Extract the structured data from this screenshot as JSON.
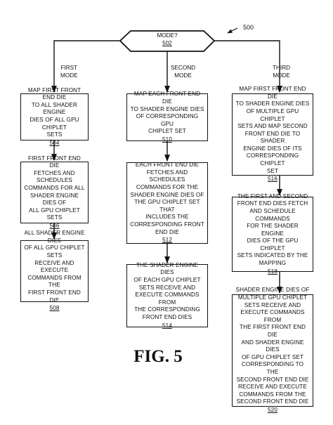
{
  "diagram": {
    "figure_number": "500",
    "figure_label": "FIG. 5",
    "decision": {
      "text": "MODE?",
      "ref": "502"
    },
    "mode_labels": {
      "first": [
        "FIRST",
        "MODE"
      ],
      "second": [
        "SECOND",
        "MODE"
      ],
      "third": [
        "THIRD",
        "MODE"
      ]
    },
    "col1": [
      {
        "text": [
          "MAP FIRST FRONT END DIE",
          "TO ALL SHADER ENGINE",
          "DIES OF ALL GPU CHIPLET",
          "SETS"
        ],
        "ref": "504"
      },
      {
        "text": [
          "FIRST FRONT END DIE",
          "FETCHES AND SCHEDULES",
          "COMMANDS FOR ALL",
          "SHADER ENGINE DIES OF",
          "ALL GPU CHIPLET SETS"
        ],
        "ref": "506"
      },
      {
        "text": [
          "ALL SHADER ENGINE DIES",
          "OF ALL GPU CHIPLET SETS",
          "RECEIVE AND EXECUTE",
          "COMMANDS FROM THE",
          "FIRST FRONT END DIE"
        ],
        "ref": "508"
      }
    ],
    "col2": [
      {
        "text": [
          "MAP EACH FRONT END DIE",
          "TO SHADER ENGINE DIES",
          "OF CORRESPONDING GPU",
          "CHIPLET SET"
        ],
        "ref": "510"
      },
      {
        "text": [
          "EACH FRONT END DIE",
          "FETCHES AND SCHEDULES",
          "COMMANDS FOR THE",
          "SHADER ENGINE DIES OF",
          "THE GPU CHIPLET SET THAT",
          "INCLUDES THE",
          "CORRESPONDING FRONT",
          "END DIE"
        ],
        "ref": "512"
      },
      {
        "text": [
          "THE SHADER ENGINE DIES",
          "OF EACH GPU CHIPLET",
          "SETS RECEIVE AND",
          "EXECUTE COMMANDS FROM",
          "THE CORRESPONDING",
          "FRONT END DIES"
        ],
        "ref": "514"
      }
    ],
    "col3": [
      {
        "text": [
          "MAP FIRST FRONT END DIE",
          "TO SHADER ENGINE DIES",
          "OF MULTIPLE GPU CHIPLET",
          "SETS AND MAP SECOND",
          "FRONT END DIE TO SHADER",
          "ENGINE DIES OF ITS",
          "CORRESPONDING CHIPLET",
          "SET"
        ],
        "ref": "516"
      },
      {
        "text": [
          "THE FIRST AND SECOND",
          "FRONT END DIES FETCH",
          "AND SCHEDULE COMMANDS",
          "FOR THE SHADER ENGINE",
          "DIES OF THE GPU CHIPLET",
          "SETS INDICATED BY THE",
          "MAPPING"
        ],
        "ref": "518"
      },
      {
        "text": [
          "SHADER ENGINE DIES OF",
          "MULTIPLE GPU CHIPLET",
          "SETS RECEIVE AND",
          "EXECUTE COMMANDS FROM",
          "THE FIRST FRONT END DIE",
          "AND SHADER ENGINE DIES",
          "OF GPU CHIPLET SET",
          "CORRESPONDING TO THE",
          "SECOND FRONT END DIE",
          "RECEIVE AND EXECUTE",
          "COMMANDS FROM THE",
          "SECOND FRONT END DIE"
        ],
        "ref": "520"
      }
    ]
  }
}
